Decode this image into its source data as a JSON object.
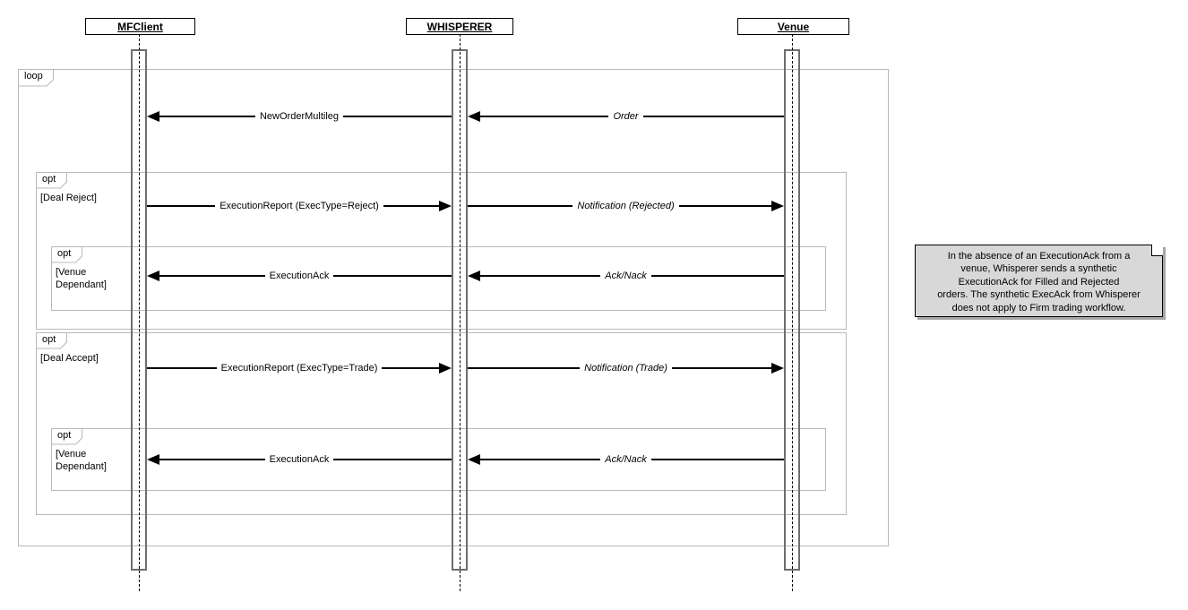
{
  "actors": [
    {
      "name": "MFClient"
    },
    {
      "name": "WHISPERER"
    },
    {
      "name": "Venue"
    }
  ],
  "frames": [
    {
      "kind": "loop",
      "label": "loop"
    },
    {
      "kind": "opt",
      "label": "opt",
      "guard": "[Deal Reject]"
    },
    {
      "kind": "opt",
      "label": "opt",
      "guard": "[Venue\nDependant]"
    },
    {
      "kind": "opt",
      "label": "opt",
      "guard": "[Deal Accept]"
    },
    {
      "kind": "opt",
      "label": "opt",
      "guard": "[Venue\nDependant]"
    }
  ],
  "messages": [
    {
      "label": "NewOrderMultileg",
      "from": "WHISPERER",
      "to": "MFClient",
      "text_style": "plain"
    },
    {
      "label": "Order",
      "from": "Venue",
      "to": "WHISPERER",
      "text_style": "italic"
    },
    {
      "label": "ExecutionReport (ExecType=Reject)",
      "from": "MFClient",
      "to": "WHISPERER",
      "text_style": "plain"
    },
    {
      "label": "Notification (Rejected)",
      "from": "WHISPERER",
      "to": "Venue",
      "text_style": "italic"
    },
    {
      "label": "ExecutionAck",
      "from": "WHISPERER",
      "to": "MFClient",
      "text_style": "plain"
    },
    {
      "label": "Ack/Nack",
      "from": "Venue",
      "to": "WHISPERER",
      "text_style": "italic"
    },
    {
      "label": "ExecutionReport (ExecType=Trade)",
      "from": "MFClient",
      "to": "WHISPERER",
      "text_style": "plain"
    },
    {
      "label": "Notification (Trade)",
      "from": "WHISPERER",
      "to": "Venue",
      "text_style": "italic"
    },
    {
      "label": "ExecutionAck",
      "from": "WHISPERER",
      "to": "MFClient",
      "text_style": "plain"
    },
    {
      "label": "Ack/Nack",
      "from": "Venue",
      "to": "WHISPERER",
      "text_style": "italic"
    }
  ],
  "note": {
    "text": "In the absence of an ExecutionAck from a\nvenue, Whisperer sends a synthetic\nExecutionAck for Filled and Rejected\norders. The synthetic ExecAck from Whisperer\ndoes not apply to Firm trading workflow."
  },
  "colors": {
    "frame_border": "#b9b9b9",
    "note_fill": "#d8d8d8",
    "message_line": "#000000",
    "activation_border": "#6e6e6e"
  }
}
